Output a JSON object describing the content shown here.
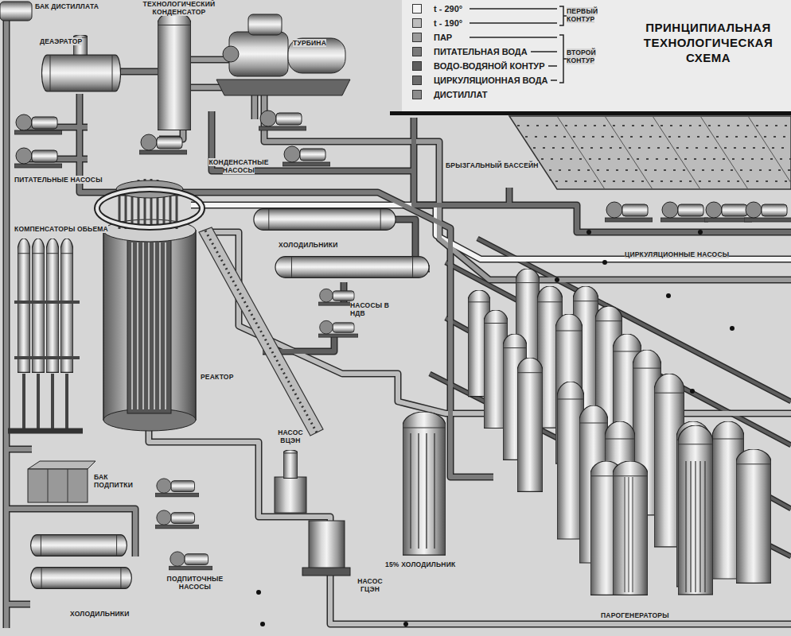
{
  "diagram": {
    "title": "ПРИНЦИПИАЛЬНАЯ ТЕХНОЛОГИЧЕСКАЯ СХЕМА",
    "labels": [
      "ПЕРВЫЙ КОНТУР",
      "ВТОРОЙ КОНТУР",
      "БАК ДИСТИЛЛАТА",
      "ДЕАЭРАТОР",
      "ТЕХНОЛОГИЧЕСКИЙ КОНДЕНСАТОР",
      "ТУРБИНА",
      "КОНДЕНСАТНЫЕ НАСОСЫ",
      "ПИТАТЕЛЬНЫЕ НАСОСЫ",
      "БРЫЗГАЛЬНЫЙ БАССЕЙН",
      "ЦИРКУЛЯЦИОННЫЕ НАСОСЫ",
      "КОМПЕНСАТОРЫ ОБЬЕМА",
      "ХОЛОДИЛЬНИКИ",
      "НАСОСЫ В НДВ",
      "РЕАКТОР",
      "НАСОС ВЦЭН",
      "НАСОС ГЦЭН",
      "БАК ПОДПИТКИ",
      "ПОДПИТОЧНЫЕ НАСОСЫ",
      "ХОЛОДИЛЬНИКИ",
      "15% ХОЛОДИЛЬНИК",
      "ПАРОГЕНЕРАТОРЫ"
    ],
    "legend": [
      {
        "text": "t - 290°",
        "color": "#f4f4f4"
      },
      {
        "text": "t - 190°",
        "color": "#bdbdbd"
      },
      {
        "text": "ПАР",
        "color": "#9a9a9a"
      },
      {
        "text": "ПИТАТЕЛЬНАЯ ВОДА",
        "color": "#7a7a7a"
      },
      {
        "text": "ВОДО-ВОДЯНОЙ КОНТУР",
        "color": "#5e5e5e"
      },
      {
        "text": "ЦИРКУЛЯЦИОННАЯ ВОДА",
        "color": "#6c6c6c"
      },
      {
        "text": "ДИСТИЛЛАТ",
        "color": "#8c8c8c"
      }
    ]
  }
}
